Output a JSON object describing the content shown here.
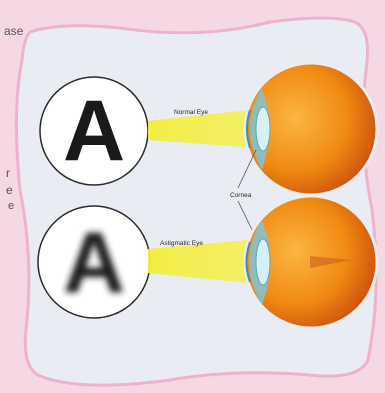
{
  "text_fragments": [
    "ase",
    "r",
    "e",
    "e"
  ],
  "labels": {
    "normal_eye": "Normal Eye",
    "astigmatic_eye": "Astigmatic Eye",
    "cornea": "Cornea"
  },
  "charts": {
    "letter": "A"
  },
  "colors": {
    "page_pink": "#f6d7e4",
    "panel": "#e9ecf3",
    "panel_border": "#eeb3cb",
    "light_beam": "#f3ee3c",
    "eye_orange": "#f08a12",
    "eye_red": "#c2410c",
    "cornea_blue": "#7fc4d8"
  }
}
